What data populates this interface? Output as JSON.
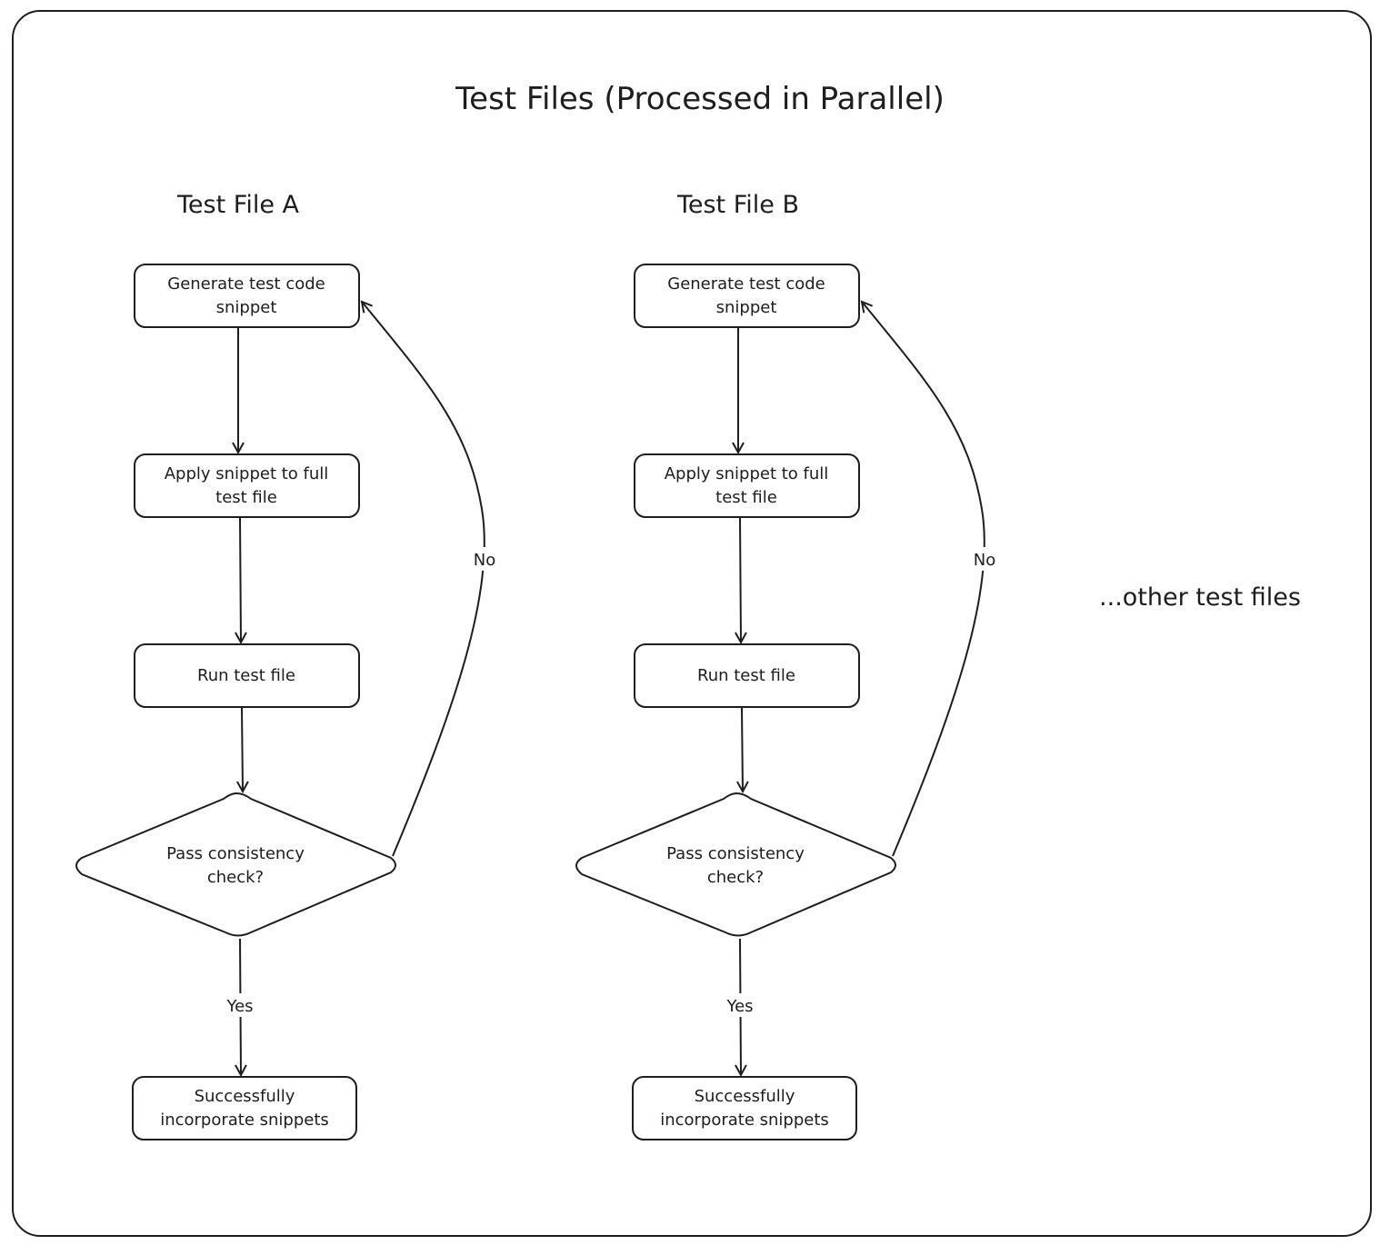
{
  "title": "Test Files (Processed in Parallel)",
  "columns": [
    {
      "label": "Test File A",
      "steps": [
        [
          "Generate test code",
          "snippet"
        ],
        [
          "Apply snippet to full",
          "test file"
        ],
        [
          "Run test file"
        ]
      ],
      "decision": [
        "Pass consistency",
        "check?"
      ],
      "yes_label": "Yes",
      "no_label": "No",
      "final": [
        "Successfully",
        "incorporate snippets"
      ]
    },
    {
      "label": "Test File B",
      "steps": [
        [
          "Generate test code",
          "snippet"
        ],
        [
          "Apply snippet to full",
          "test file"
        ],
        [
          "Run test file"
        ]
      ],
      "decision": [
        "Pass consistency",
        "check?"
      ],
      "yes_label": "Yes",
      "no_label": "No",
      "final": [
        "Successfully",
        "incorporate snippets"
      ]
    }
  ],
  "other_note": "...other test files",
  "colors": {
    "stroke": "#1e1e1e",
    "background": "#ffffff"
  }
}
